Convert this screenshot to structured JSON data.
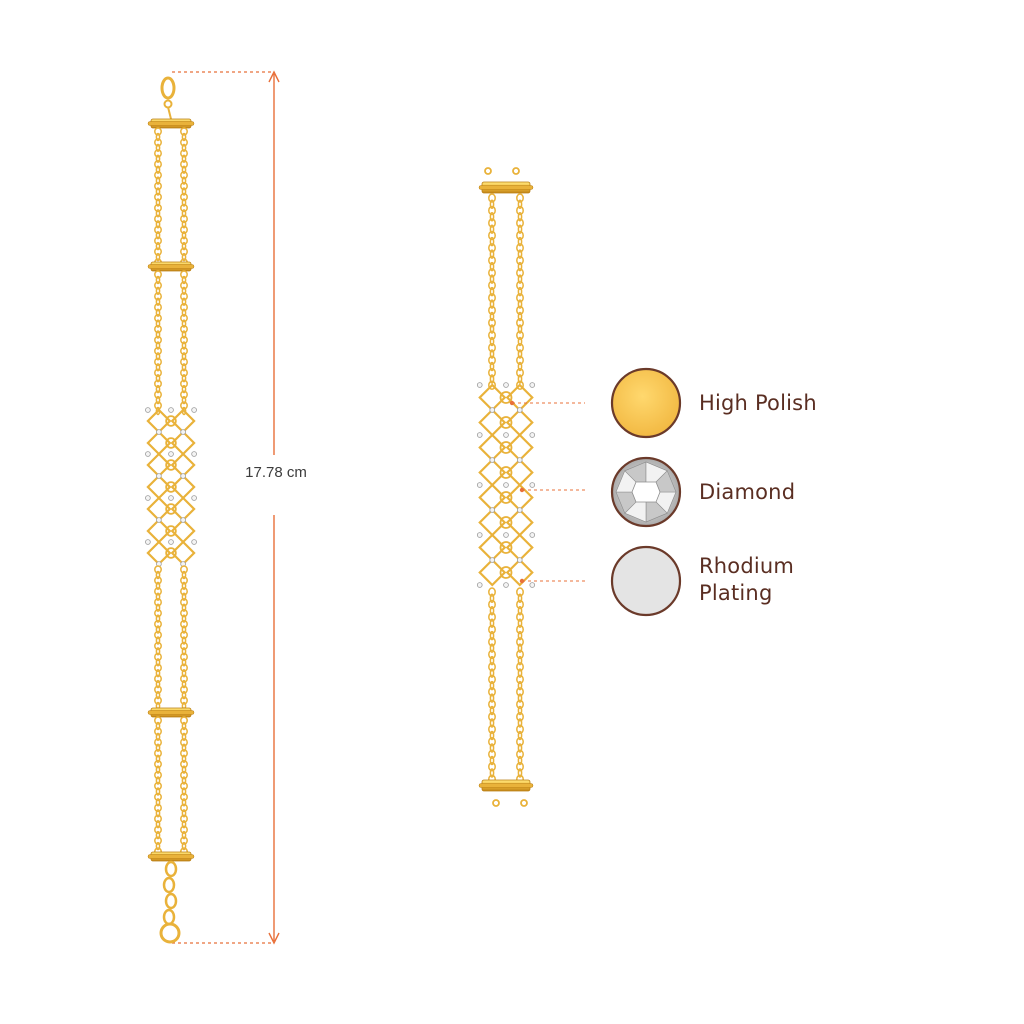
{
  "dimension": {
    "length_label": "17.78 cm",
    "guide_color": "#e8703a"
  },
  "product": {
    "metal_color": "#e9b23a",
    "metal_highlight": "#ffe27a",
    "metal_shadow": "#b97d12"
  },
  "materials": [
    {
      "label_line1": "High Polish",
      "label_line2": "",
      "swatch": "gold-swatch-icon",
      "color": "#f6c453"
    },
    {
      "label_line1": "Diamond",
      "label_line2": "",
      "swatch": "diamond-swatch-icon",
      "color": "#d9d9d9"
    },
    {
      "label_line1": "Rhodium",
      "label_line2": "Plating",
      "swatch": "rhodium-swatch-icon",
      "color": "#e6e6e6"
    }
  ],
  "swatch_border_color": "#6b3a2a",
  "label_color": "#5a2e22"
}
